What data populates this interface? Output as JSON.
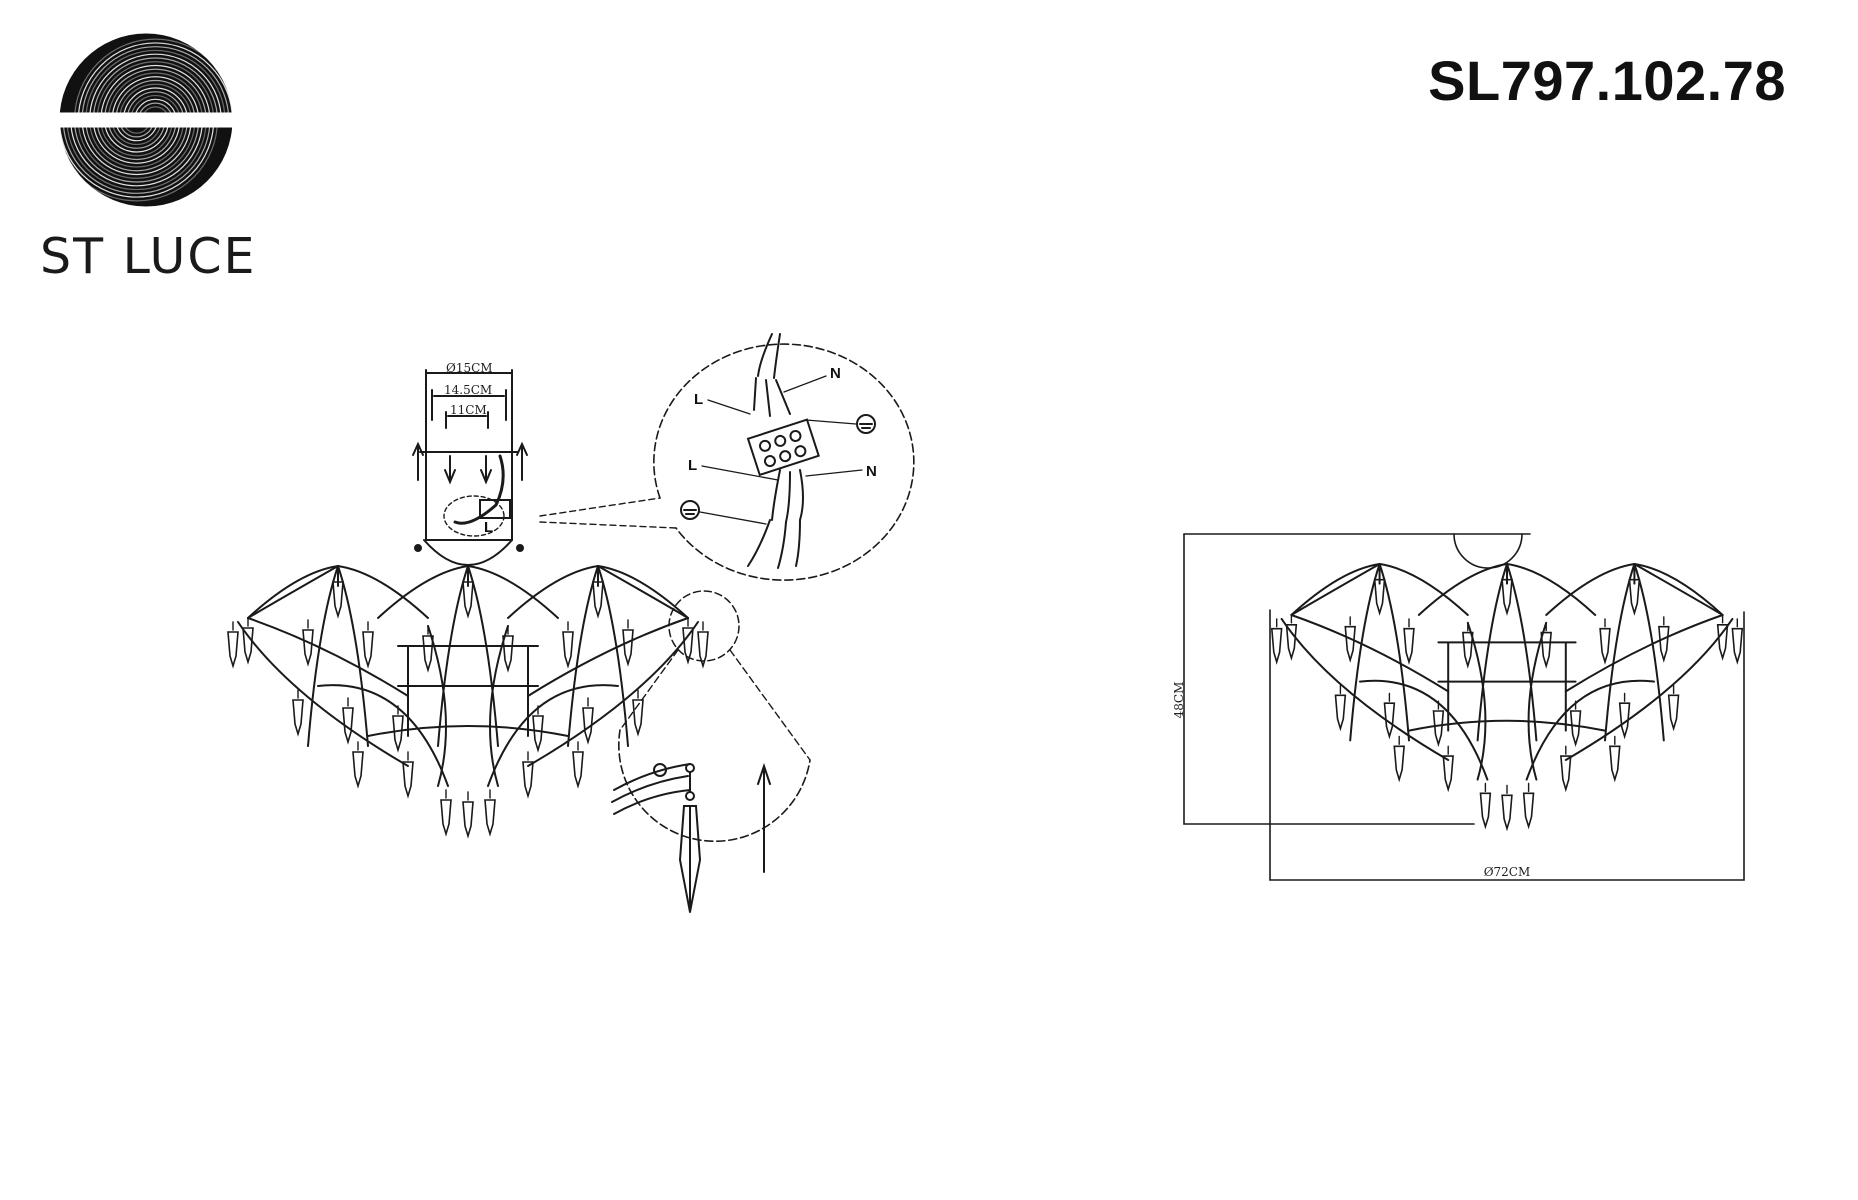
{
  "brand": {
    "name": "ST LUCE",
    "logo_icon": "spiral-circle-logo"
  },
  "model": {
    "code": "SL797.102.78"
  },
  "mount_dims": {
    "outer": "Ø15CM",
    "middle": "14.5CM",
    "inner": "11CM"
  },
  "wiring": {
    "top_live": "L",
    "top_neutral": "N",
    "bottom_live": "L",
    "bottom_neutral": "N"
  },
  "fixture_dims": {
    "height": "48CM",
    "diameter": "Ø72CM"
  },
  "colors": {
    "line": "#1a1a1a",
    "background": "#ffffff"
  }
}
